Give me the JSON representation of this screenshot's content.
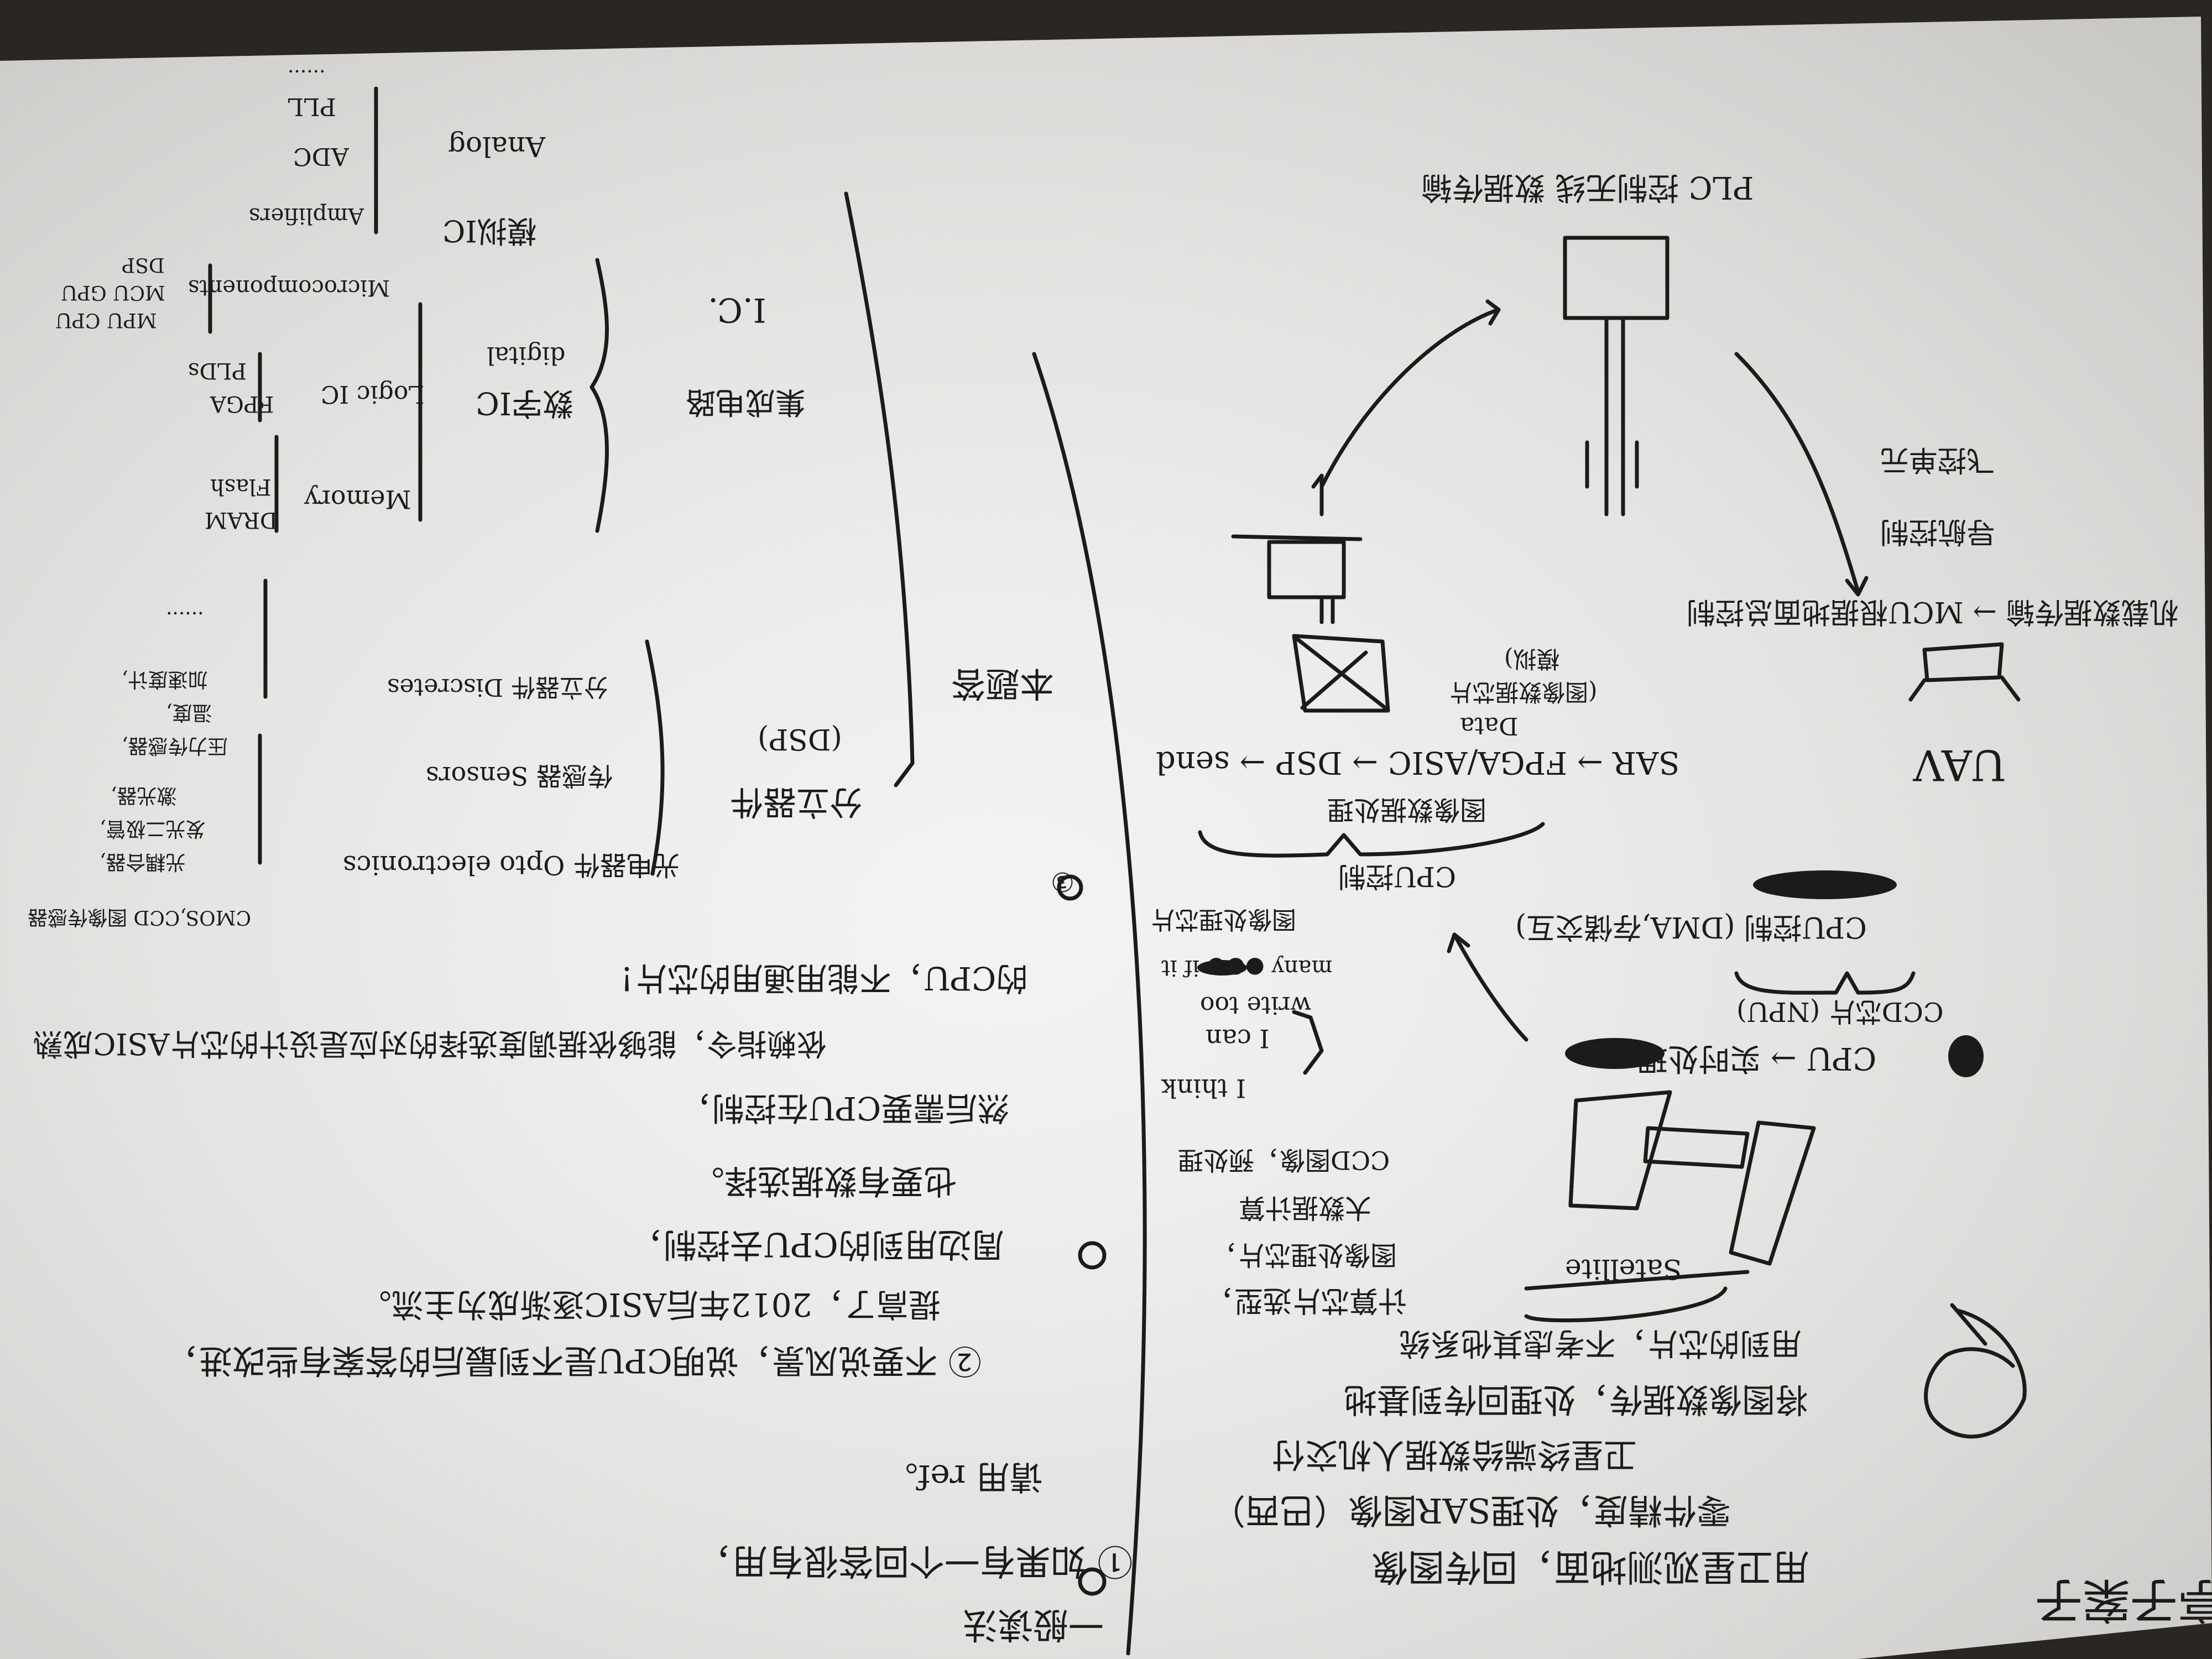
{
  "sheet": {
    "paper_color": "#f1f1ef",
    "ink_color": "#1b1b1b",
    "orientation": "upside-down"
  },
  "right_page": {
    "title": "亭子案子",
    "lines": [
      "用卫星观测地面，回传图像",
      "零件精度，处理SAR图像（巴西）",
      "卫星终端给数据人机交付",
      "将图像数据传，处理回传到基地",
      "用到的芯片，不考虑其他系统",
      "计算芯片选型，"
    ],
    "satellite_label": "Satellite",
    "satellite_notes": [
      "图像处理芯片，",
      "大数据计算",
      "CCD图像，预处理"
    ],
    "cpu_chain": "CPU → 实时处理",
    "cpu_chain_sub": "CCD芯片 (NPU)",
    "cpu_control": "CPU控制 (DMA,存储交互)",
    "i_think": "I think",
    "i_can": "I can",
    "write_too": "write too",
    "write_too_sub": "many ●●● if it",
    "cpu_box_title": "CPU控制",
    "cpu_box_sub": "图像处理芯片",
    "pipeline_top": "图像数据处理",
    "pipeline": "SAR → FPGA/ASIC → DSP → send",
    "pipeline_note_1": "Data",
    "pipeline_note_2": "(图像数据芯片",
    "pipeline_note_3": "模拟)",
    "uav_label": "UAV",
    "uav_note": "机载数据传输 → MCU根据地面总控制",
    "uav_side_1": "导航控制",
    "uav_side_2": "飞控单元",
    "plc_label": "PLC 控制无线 数据传输"
  },
  "left_page": {
    "header": "一般读法",
    "item1": "① 如果有一个回答很有用，",
    "item1b": "请用 ref。",
    "item2": "② 不要说风景，说明CPU是不到最后的答案有些改进，",
    "item2b": "提高了，2012年后ASIC逐渐成为主流。",
    "line_a": "周边用到的CPU去控制，",
    "line_b": "也要有数据选择。",
    "line_c": "然后需要CPU在控制，",
    "line_d": "依赖指令，能够依据调度选择的对应是设计的芯片ASIC成熟",
    "line_e": "的CPU，不能用通用的芯片！",
    "item3": "③",
    "guidance": "本题答",
    "category_1": "分立器件",
    "category_1_sub": "(DSP)",
    "optoelectronics": "光电器件 Opto electronics",
    "sensors": "传感器 Sensors",
    "discretes": "分立器件 Discretes",
    "ic_label": "I.C.",
    "ic_cn": "集成电路",
    "digital_ic": "数字IC",
    "digital": "digital",
    "analog_ic": "模拟IC",
    "analog": "Analog",
    "memory": "Memory",
    "memory_items": [
      "DRAM",
      "Flash"
    ],
    "logic_ic": "Logic IC",
    "logic_items": [
      "PLDs",
      "FPGA"
    ],
    "micro": "Microcomponents",
    "micro_items": [
      "MPU  CPU",
      "MCU  GPU",
      "DSP"
    ],
    "amplifiers": "Amplifiers",
    "analog_items": [
      "ADC",
      "PLL",
      "......"
    ],
    "opto_list": [
      "CMOS,CCD 图像传感器",
      "光耦合器,",
      "发光二极管,",
      "激光器,"
    ],
    "sensor_list": [
      "压力传感器,",
      "温度,",
      "加速度计,",
      "......"
    ]
  }
}
